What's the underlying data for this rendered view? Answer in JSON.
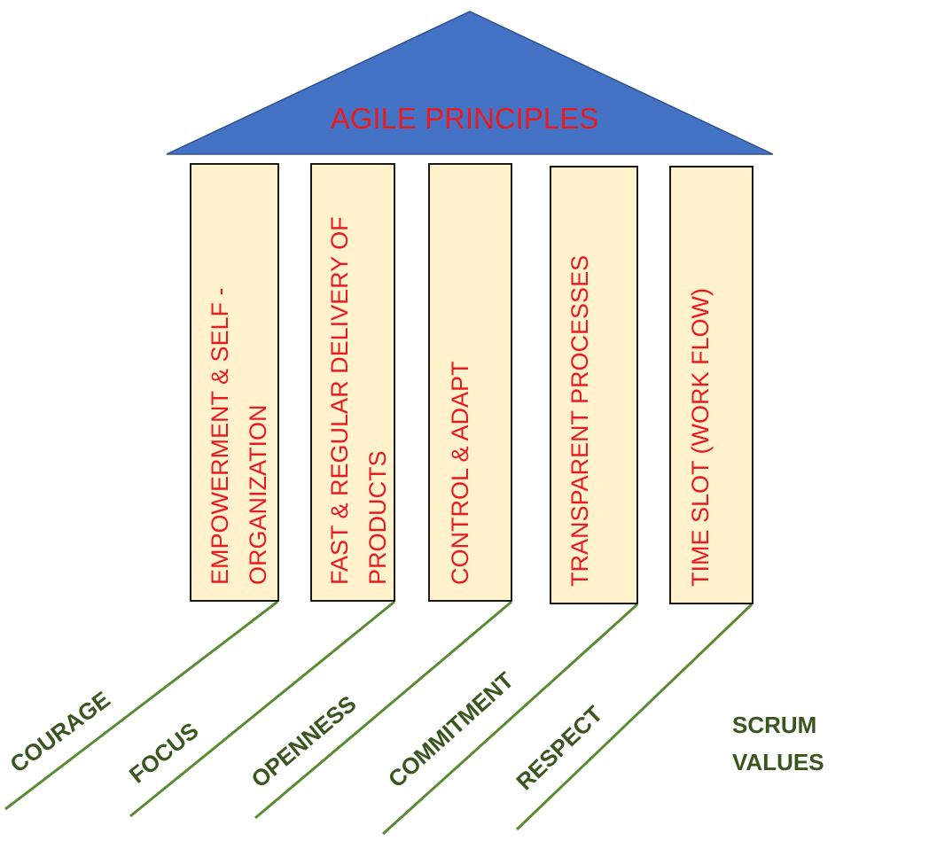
{
  "roof": {
    "label": "AGILE PRINCIPLES"
  },
  "pillars": [
    {
      "lines": [
        "EMPOWERMENT & SELF -",
        "ORGANIZATION"
      ]
    },
    {
      "lines": [
        "FAST & REGULAR DELIVERY OF",
        "PRODUCTS"
      ]
    },
    {
      "lines": [
        "CONTROL & ADAPT"
      ]
    },
    {
      "lines": [
        "TRANSPARENT PROCESSES"
      ]
    },
    {
      "lines": [
        "TIME SLOT (WORK FLOW)"
      ]
    }
  ],
  "values": [
    "COURAGE",
    "FOCUS",
    "OPENNESS",
    "COMMITMENT",
    "RESPECT"
  ],
  "values_title": [
    "SCRUM",
    "VALUES"
  ],
  "colors": {
    "roof_fill": "#4472c4",
    "roof_stroke": "#2f528f",
    "roof_text": "#e81b23",
    "pillar_fill": "#fff2cc",
    "pillar_stroke": "#000000",
    "pillar_text": "#e81b23",
    "line": "#5a8a32",
    "value_text": "#38561d"
  }
}
